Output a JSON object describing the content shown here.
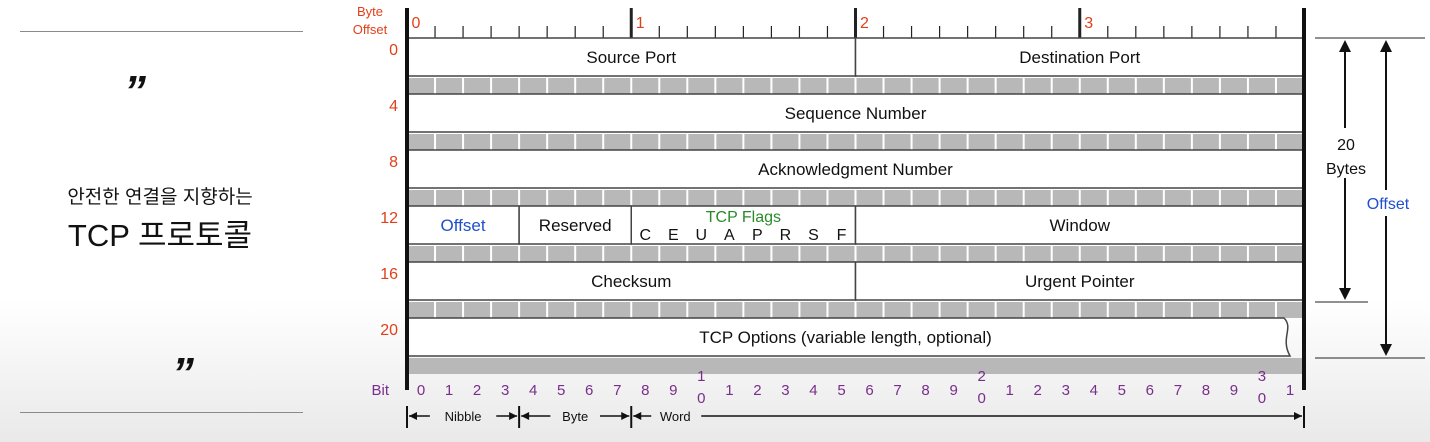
{
  "left_panel": {
    "open_quote": "”",
    "close_quote": "”",
    "subtitle": "안전한 연결을 지향하는",
    "title": "TCP 프로토콜"
  },
  "diagram": {
    "byte_offset_label": [
      "Byte",
      "Offset"
    ],
    "byte_numbers": [
      "0",
      "1",
      "2",
      "3"
    ],
    "row_offsets": [
      "0",
      "4",
      "8",
      "12",
      "16",
      "20"
    ],
    "rows": [
      {
        "fields": [
          {
            "label": "Source Port",
            "bits": [
              0,
              16
            ]
          },
          {
            "label": "Destination Port",
            "bits": [
              16,
              32
            ]
          }
        ]
      },
      {
        "fields": [
          {
            "label": "Sequence Number",
            "bits": [
              0,
              32
            ]
          }
        ]
      },
      {
        "fields": [
          {
            "label": "Acknowledgment Number",
            "bits": [
              0,
              32
            ]
          }
        ]
      },
      {
        "fields": [
          {
            "label": "Offset",
            "bits": [
              0,
              4
            ],
            "color": "#1f4fd0"
          },
          {
            "label": "Reserved",
            "bits": [
              4,
              8
            ]
          },
          {
            "label": "TCP Flags",
            "bits": [
              8,
              16
            ],
            "color": "#2a8a2a",
            "flags": [
              "C",
              "E",
              "U",
              "A",
              "P",
              "R",
              "S",
              "F"
            ]
          },
          {
            "label": "Window",
            "bits": [
              16,
              32
            ]
          }
        ]
      },
      {
        "fields": [
          {
            "label": "Checksum",
            "bits": [
              0,
              16
            ]
          },
          {
            "label": "Urgent Pointer",
            "bits": [
              16,
              32
            ]
          }
        ]
      },
      {
        "fields": [
          {
            "label": "TCP Options (variable length, optional)",
            "bits": [
              0,
              32
            ]
          }
        ]
      }
    ],
    "bit_label": "Bit",
    "bit_numbers": [
      "0",
      "1",
      "2",
      "3",
      "4",
      "5",
      "6",
      "7",
      "8",
      "9",
      "1\n0",
      "1",
      "2",
      "3",
      "4",
      "5",
      "6",
      "7",
      "8",
      "9",
      "2\n0",
      "1",
      "2",
      "3",
      "4",
      "5",
      "6",
      "7",
      "8",
      "9",
      "3\n0",
      "1"
    ],
    "right_labels": {
      "bytes_top": "20",
      "bytes_bottom": "Bytes",
      "offset": "Offset"
    },
    "legend": {
      "nibble": "Nibble",
      "byte": "Byte",
      "word": "Word"
    },
    "colors": {
      "offset_numbers": "#e0401a",
      "bit_numbers": "#7a2d8c",
      "offset_blue": "#1f4fd0",
      "flags_green": "#2a8a2a",
      "row_fill": "#ffffff",
      "gap_fill": "#b8b8b8"
    }
  }
}
